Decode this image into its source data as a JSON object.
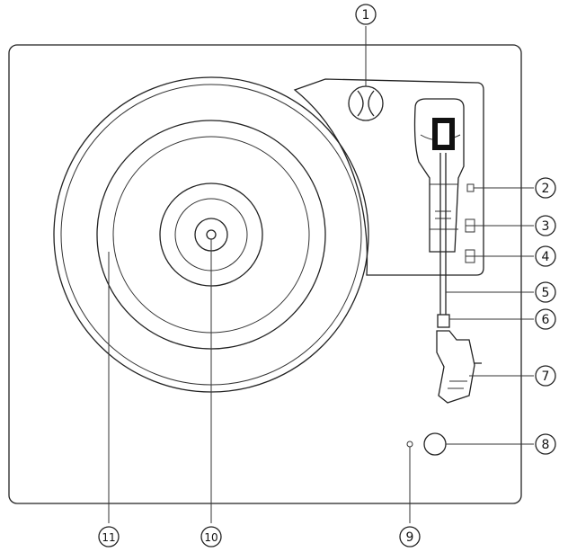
{
  "callouts": [
    {
      "id": "1",
      "label": "①"
    },
    {
      "id": "2",
      "label": "②"
    },
    {
      "id": "3",
      "label": "③"
    },
    {
      "id": "4",
      "label": "④"
    },
    {
      "id": "5",
      "label": "⑤"
    },
    {
      "id": "6",
      "label": "⑥"
    },
    {
      "id": "7",
      "label": "⑦"
    },
    {
      "id": "8",
      "label": "⑧"
    },
    {
      "id": "9",
      "label": "⑨"
    },
    {
      "id": "10",
      "label": "⑩"
    },
    {
      "id": "11",
      "label": "⑪"
    }
  ]
}
